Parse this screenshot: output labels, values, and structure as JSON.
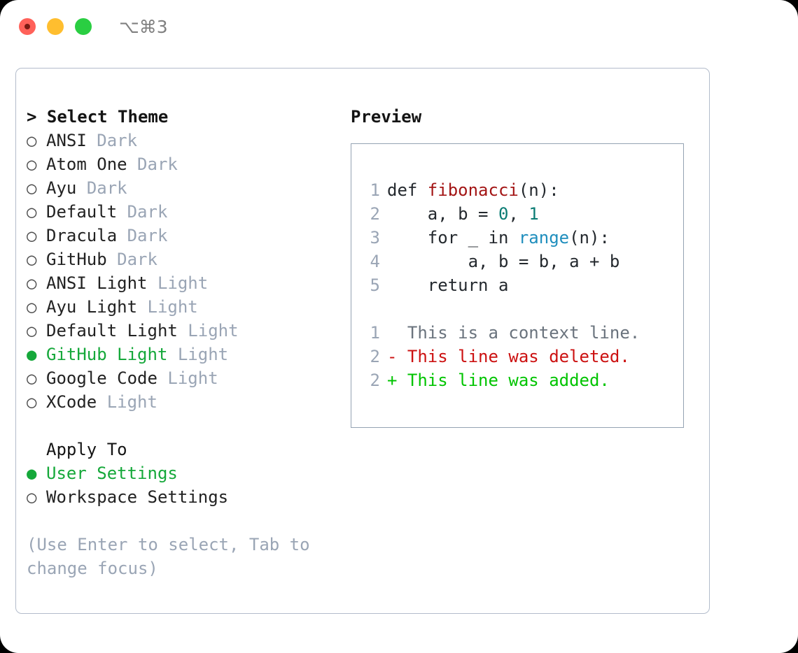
{
  "titlebar": {
    "shortcut": "⌥⌘3",
    "buttons": [
      {
        "name": "close",
        "color": "#ff6159"
      },
      {
        "name": "minimize",
        "color": "#ffbe2f"
      },
      {
        "name": "zoom",
        "color": "#2ace42"
      }
    ]
  },
  "colors": {
    "panel_border": "#b3bccb",
    "preview_border": "#94a3b3",
    "selected_green": "#15a83a",
    "muted": "#9aa5b5",
    "text": "#222222",
    "diff_add": "#00c400",
    "diff_del": "#cc1111",
    "syntax_function": "#a31515",
    "syntax_number": "#0b7c74",
    "syntax_builtin": "#1f8ebd"
  },
  "theme_list": {
    "header": "> Select Theme",
    "selected_bullet": "●",
    "unselected_bullet": "○",
    "items": [
      {
        "label": "ANSI",
        "tag": "Dark",
        "selected": false
      },
      {
        "label": "Atom One",
        "tag": "Dark",
        "selected": false
      },
      {
        "label": "Ayu",
        "tag": "Dark",
        "selected": false
      },
      {
        "label": "Default",
        "tag": "Dark",
        "selected": false
      },
      {
        "label": "Dracula",
        "tag": "Dark",
        "selected": false
      },
      {
        "label": "GitHub",
        "tag": "Dark",
        "selected": false
      },
      {
        "label": "ANSI Light",
        "tag": "Light",
        "selected": false
      },
      {
        "label": "Ayu Light",
        "tag": "Light",
        "selected": false
      },
      {
        "label": "Default Light",
        "tag": "Light",
        "selected": false
      },
      {
        "label": "GitHub Light",
        "tag": "Light",
        "selected": true
      },
      {
        "label": "Google Code",
        "tag": "Light",
        "selected": false
      },
      {
        "label": "XCode",
        "tag": "Light",
        "selected": false
      }
    ]
  },
  "apply_to": {
    "header": "Apply To",
    "items": [
      {
        "label": "User Settings",
        "selected": true
      },
      {
        "label": "Workspace Settings",
        "selected": false
      }
    ]
  },
  "hint": "(Use Enter to select, Tab to change focus)",
  "preview": {
    "header": "Preview",
    "code_lines": [
      {
        "no": "1",
        "tokens": [
          {
            "t": "def ",
            "c": "plain"
          },
          {
            "t": "fibonacci",
            "c": "fn"
          },
          {
            "t": "(n):",
            "c": "plain"
          }
        ]
      },
      {
        "no": "2",
        "tokens": [
          {
            "t": "    a, b = ",
            "c": "plain"
          },
          {
            "t": "0",
            "c": "num"
          },
          {
            "t": ", ",
            "c": "plain"
          },
          {
            "t": "1",
            "c": "num"
          }
        ]
      },
      {
        "no": "3",
        "tokens": [
          {
            "t": "    for _ in ",
            "c": "plain"
          },
          {
            "t": "range",
            "c": "builtin"
          },
          {
            "t": "(n):",
            "c": "plain"
          }
        ]
      },
      {
        "no": "4",
        "tokens": [
          {
            "t": "        a, b = b, a + b",
            "c": "plain"
          }
        ]
      },
      {
        "no": "5",
        "tokens": [
          {
            "t": "    return a",
            "c": "plain"
          }
        ]
      }
    ],
    "diff_lines": [
      {
        "no": "1",
        "marker": "  ",
        "text": "This is a context line.",
        "kind": "ctx"
      },
      {
        "no": "2",
        "marker": "- ",
        "text": "This line was deleted.",
        "kind": "del"
      },
      {
        "no": "2",
        "marker": "+ ",
        "text": "This line was added.",
        "kind": "add"
      }
    ]
  }
}
